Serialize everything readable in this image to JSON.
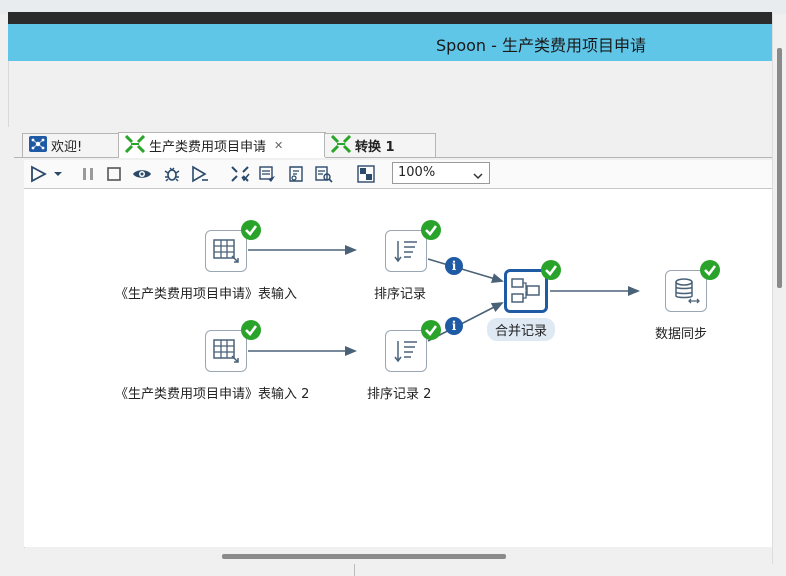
{
  "window": {
    "title": "Spoon - 生产类费用项目申请"
  },
  "tabs": [
    {
      "label": "欢迎!",
      "icon": "welcome-icon"
    },
    {
      "label": "生产类费用项目申请",
      "icon": "transformation-icon",
      "closable": true,
      "active": true
    },
    {
      "label": "转换 1",
      "icon": "transformation-icon"
    }
  ],
  "toolbar": {
    "zoom": "100%",
    "buttons": [
      "run",
      "run-options",
      "pause",
      "stop",
      "preview",
      "debug",
      "replay",
      "verify",
      "impact",
      "sql",
      "explore-db",
      "show-results"
    ]
  },
  "canvas": {
    "steps": [
      {
        "name": "《生产类费用项目申请》表输入",
        "icon": "table-input-icon",
        "status": "ok"
      },
      {
        "name": "排序记录",
        "icon": "sort-icon",
        "status": "ok"
      },
      {
        "name": "合并记录",
        "icon": "merge-icon",
        "status": "ok",
        "selected": true
      },
      {
        "name": "数据同步",
        "icon": "db-sync-icon",
        "status": "ok"
      },
      {
        "name": "《生产类费用项目申请》表输入 2",
        "icon": "table-input-icon",
        "status": "ok"
      },
      {
        "name": "排序记录 2",
        "icon": "sort-icon",
        "status": "ok"
      }
    ],
    "info_marker": "i"
  },
  "colors": {
    "titlebar": "#5fc6e8",
    "check": "#29a329",
    "hop": "#4a6278",
    "selected": "#1f5aa5"
  }
}
